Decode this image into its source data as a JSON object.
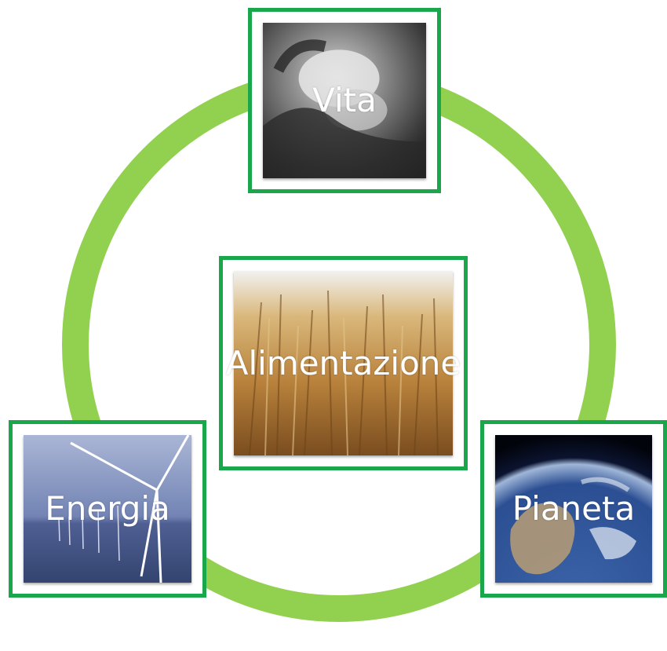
{
  "diagram": {
    "ring_color": "#92d050",
    "frame_color": "#1aa64a",
    "nodes": [
      {
        "id": "vita",
        "label": "Vita",
        "image": "newborn-in-hands-photo"
      },
      {
        "id": "alimentazione",
        "label": "Alimentazione",
        "image": "wheat-field-photo"
      },
      {
        "id": "energia",
        "label": "Energia",
        "image": "wind-turbines-photo"
      },
      {
        "id": "pianeta",
        "label": "Pianeta",
        "image": "earth-from-space-photo"
      }
    ]
  }
}
